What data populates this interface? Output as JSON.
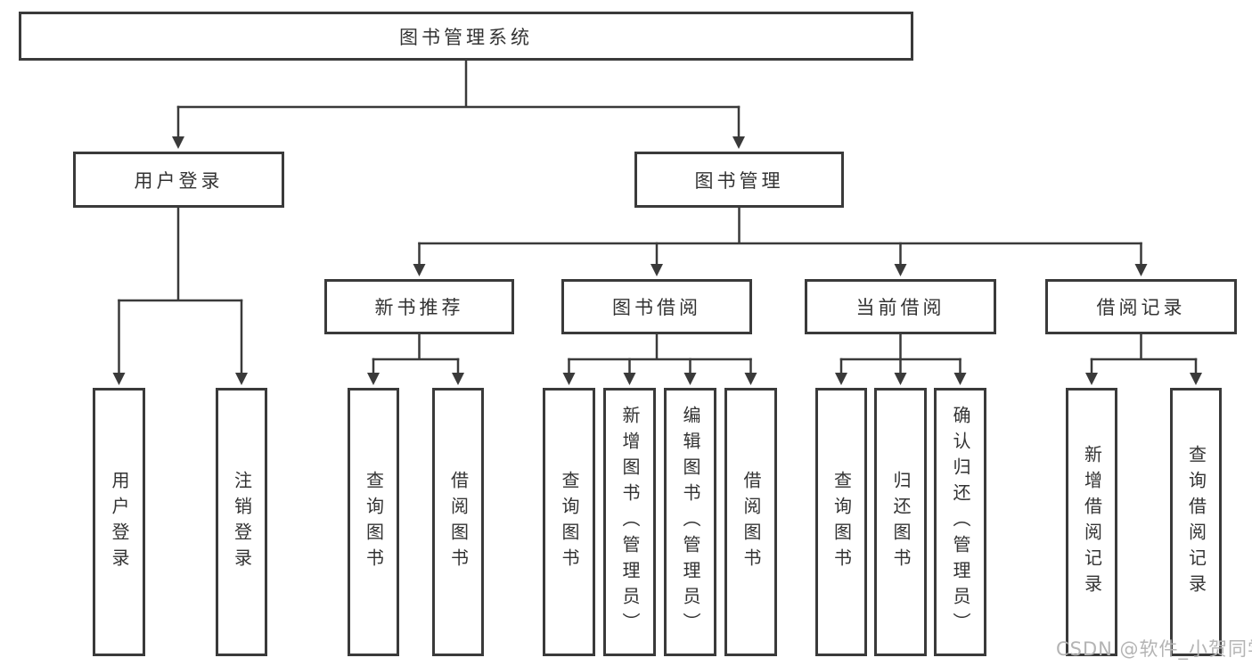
{
  "colors": {
    "line": "#3a3a3a",
    "text": "#333333",
    "background": "#ffffff",
    "watermark": "#b4b4b4"
  },
  "tree": {
    "label": "图书管理系统",
    "children": [
      {
        "label": "用户登录",
        "children": [
          {
            "label": "用户登录"
          },
          {
            "label": "注销登录"
          }
        ]
      },
      {
        "label": "图书管理",
        "children": [
          {
            "label": "新书推荐",
            "children": [
              {
                "label": "查询图书"
              },
              {
                "label": "借阅图书"
              }
            ]
          },
          {
            "label": "图书借阅",
            "children": [
              {
                "label": "查询图书"
              },
              {
                "label": "新增图书（管理员）"
              },
              {
                "label": "编辑图书（管理员）"
              },
              {
                "label": "借阅图书"
              }
            ]
          },
          {
            "label": "当前借阅",
            "children": [
              {
                "label": "查询图书"
              },
              {
                "label": "归还图书"
              },
              {
                "label": "确认归还（管理员）"
              }
            ]
          },
          {
            "label": "借阅记录",
            "children": [
              {
                "label": "新增借阅记录"
              },
              {
                "label": "查询借阅记录"
              }
            ]
          }
        ]
      }
    ]
  },
  "watermark": "CSDN @软件_小贺同学"
}
